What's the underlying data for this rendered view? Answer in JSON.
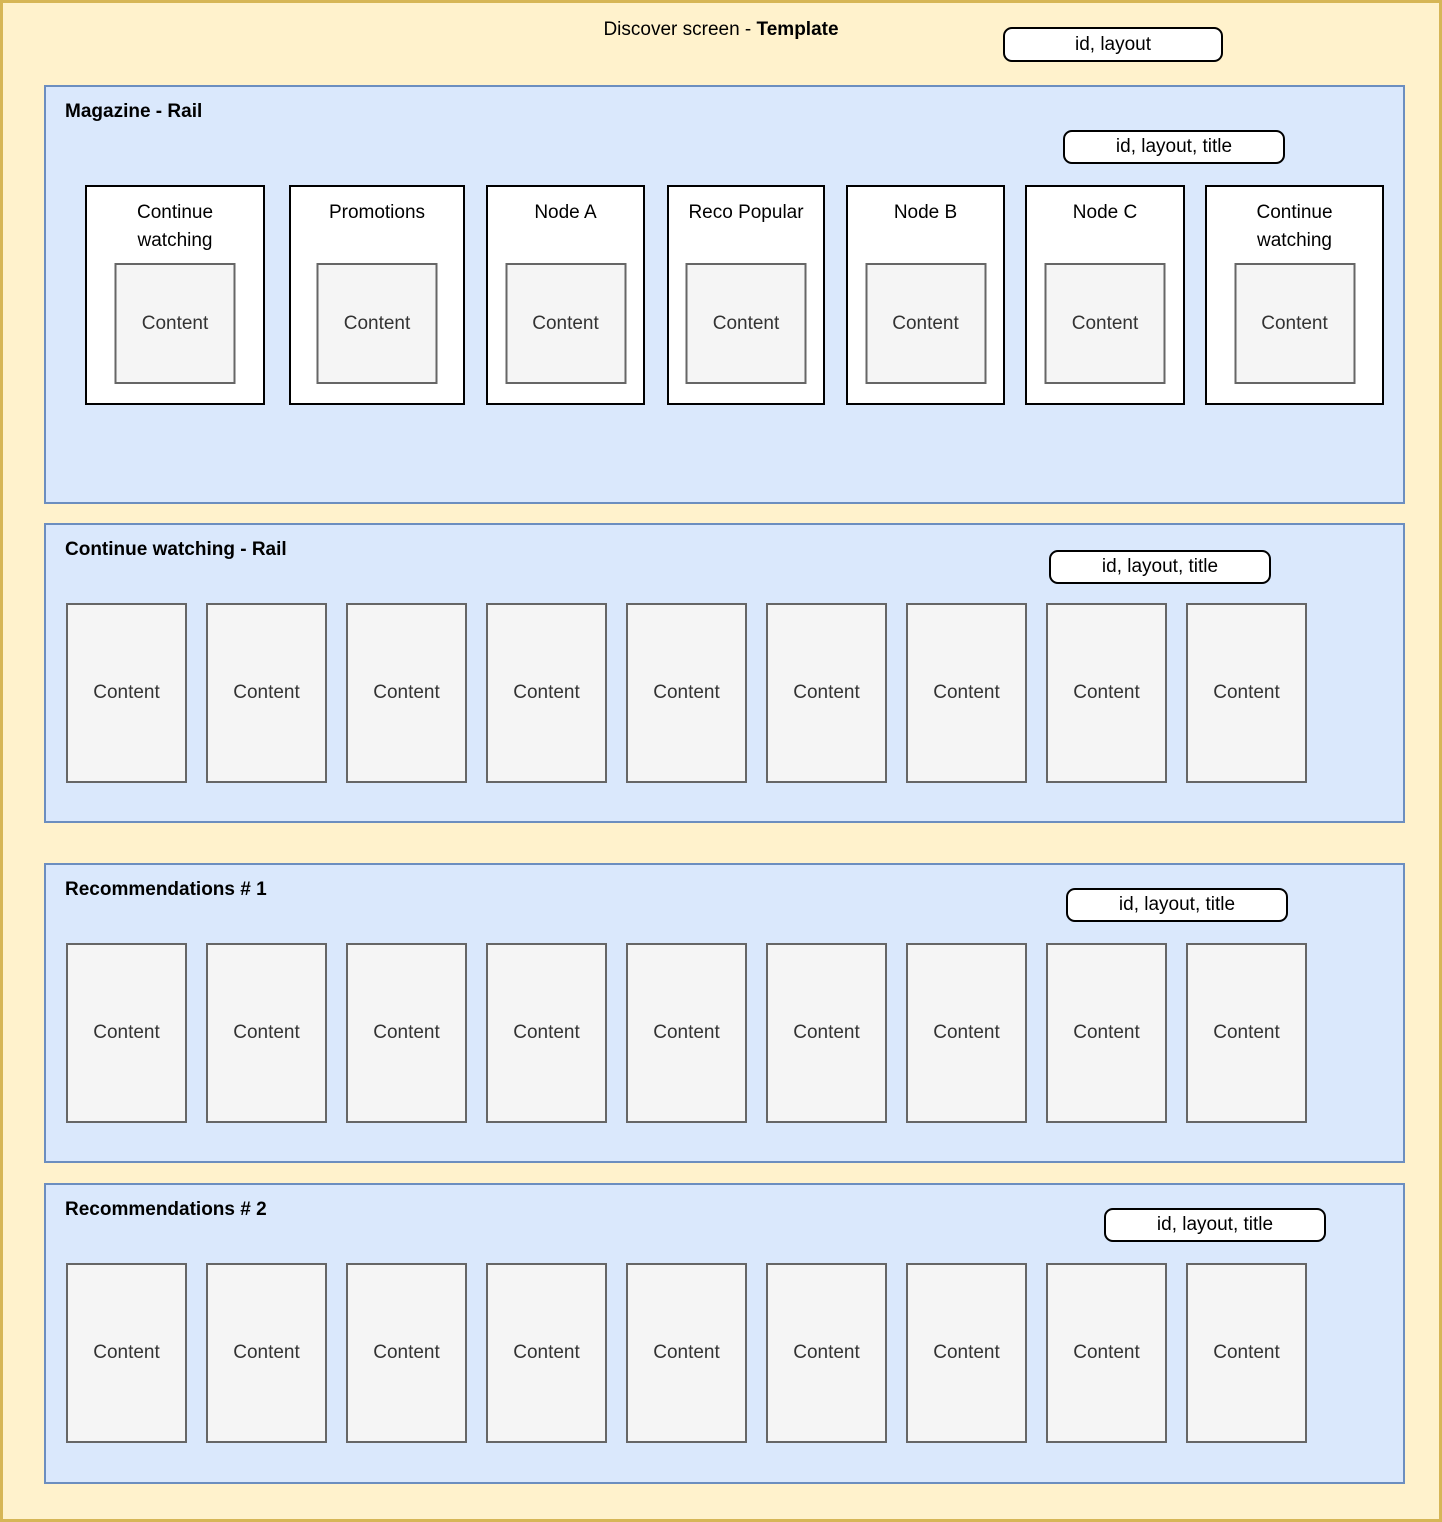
{
  "page": {
    "title_prefix": "Discover screen - ",
    "title_emphasis": "Template",
    "badge": "id, layout"
  },
  "rails": [
    {
      "title": "Magazine - Rail",
      "badge": "id, layout, title",
      "cards": [
        {
          "title": "Continue watching",
          "content": "Content"
        },
        {
          "title": "Promotions",
          "content": "Content"
        },
        {
          "title": "Node A",
          "content": "Content"
        },
        {
          "title": "Reco Popular",
          "content": "Content"
        },
        {
          "title": "Node B",
          "content": "Content"
        },
        {
          "title": "Node C",
          "content": "Content"
        },
        {
          "title": "Continue watching",
          "content": "Content"
        }
      ]
    },
    {
      "title": "Continue watching - Rail",
      "badge": "id, layout, title",
      "items": [
        "Content",
        "Content",
        "Content",
        "Content",
        "Content",
        "Content",
        "Content",
        "Content",
        "Content"
      ]
    },
    {
      "title": "Recommendations # 1",
      "badge": "id, layout, title",
      "items": [
        "Content",
        "Content",
        "Content",
        "Content",
        "Content",
        "Content",
        "Content",
        "Content",
        "Content"
      ]
    },
    {
      "title": "Recommendations # 2",
      "badge": "id, layout, title",
      "items": [
        "Content",
        "Content",
        "Content",
        "Content",
        "Content",
        "Content",
        "Content",
        "Content",
        "Content"
      ]
    }
  ],
  "colors": {
    "canvas_fill": "#FFF2CC",
    "canvas_border": "#D6B656",
    "rail_fill": "#DAE8FC",
    "rail_border": "#6C8EBF",
    "card_fill": "#FFFFFF",
    "card_border": "#000000",
    "content_fill": "#F5F5F5",
    "content_border": "#666666"
  }
}
